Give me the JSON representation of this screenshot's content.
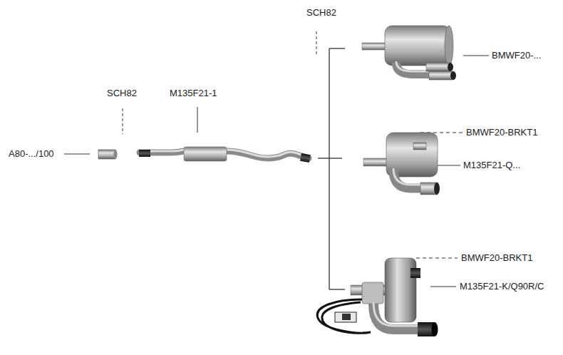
{
  "diagram": {
    "labels": [
      "SCH82",
      "SCH82",
      "M135F21-1",
      "A80-.../100",
      "BMWF20-...",
      "BMWF20-BRKT1",
      "M135F21-Q...",
      "BMWF20-BRKT1",
      "M135F21-K/Q90R/C"
    ]
  }
}
